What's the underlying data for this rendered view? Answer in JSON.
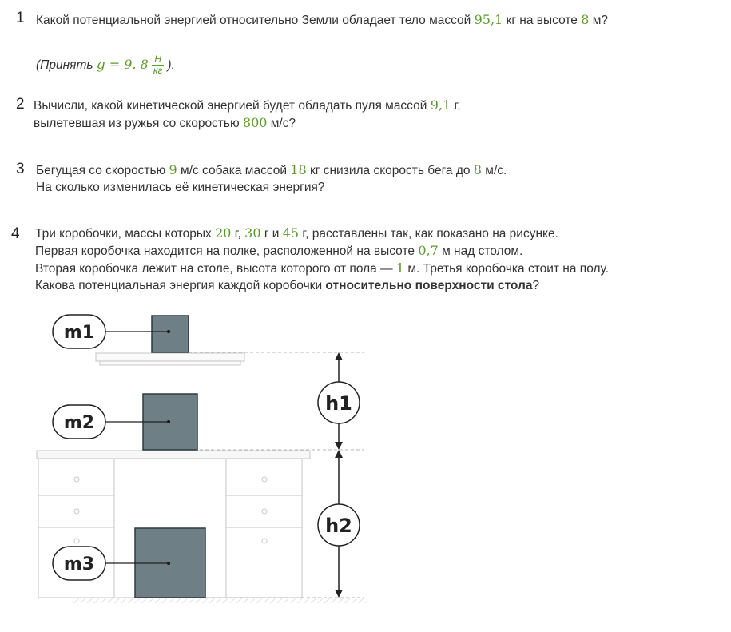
{
  "q1": {
    "num": "1",
    "p1": "Какой потенциальной энергией относительно Земли обладает тело массой ",
    "mass": "95,1",
    "p2": " кг на высоте ",
    "height": "8",
    "p3": " м?",
    "hint_open": "(Принять ",
    "g_var": "g",
    "g_eq": " = 9. 8",
    "unit_num": "Н",
    "unit_den": "кг",
    "hint_close": ")."
  },
  "q2": {
    "num": "2",
    "p1": "Вычисли, какой кинетической энергией будет обладать пуля массой ",
    "mass": "9,1",
    "p2": " г,",
    "p3": "вылетевшая из ружья со скоростью ",
    "speed": "800",
    "p4": " м/с?"
  },
  "q3": {
    "num": "3",
    "p1": "Бегущая со скоростью ",
    "v1": "9",
    "p2": " м/с собака массой ",
    "mass": "18",
    "p3": " кг снизила скорость бега до ",
    "v2": "8",
    "p4": " м/с.",
    "line2": "На сколько изменилась её кинетическая энергия?"
  },
  "q4": {
    "num": "4",
    "l1_p1": "Три коробочки, массы которых ",
    "m1": "20",
    "l1_p2": " г, ",
    "m2": "30",
    "l1_p3": " г и ",
    "m3": "45",
    "l1_p4": " г, расставлены так, как показано на рисунке.",
    "l2_p1": "Первая коробочка находится на полке, расположенной на высоте ",
    "shelf_h": "0,7",
    "l2_p2": " м над столом.",
    "l3_p1": "Вторая коробочка лежит на столе, высота которого от пола — ",
    "table_h": "1",
    "l3_p2": " м. Третья коробочка стоит на полу.",
    "l4_p1": "Какова потенциальная энергия каждой коробочки ",
    "l4_bold": "относительно поверхности стола",
    "l4_p2": "?"
  },
  "figure": {
    "label_m1": "m1",
    "label_m2": "m2",
    "label_m3": "m3",
    "label_h1": "h1",
    "label_h2": "h2"
  },
  "colors": {
    "highlight": "#5c9a2c",
    "box_fill": "#6f7f86",
    "furniture": "#cfcfcf"
  }
}
